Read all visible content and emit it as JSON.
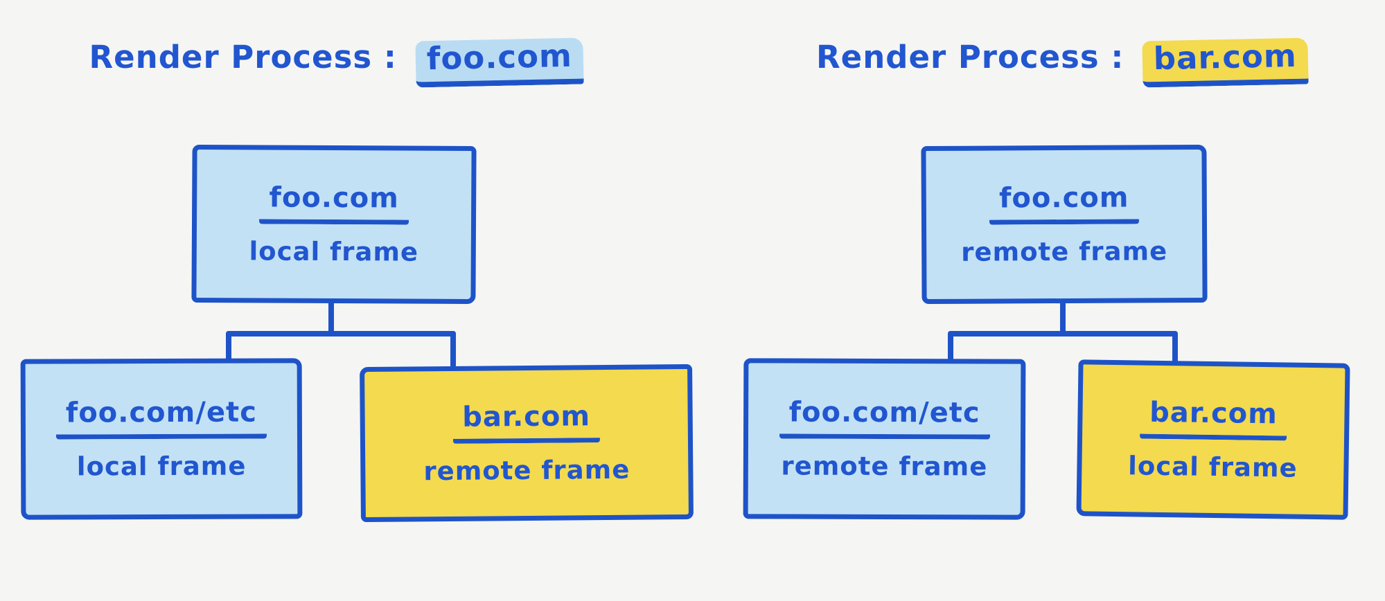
{
  "canvas": {
    "background": "#f5f5f3"
  },
  "colors": {
    "ink_blue": "#1e53c8",
    "text_blue": "#2156d0",
    "local_frame_fill": "#c2e1f4",
    "title_blue_highlight": "#b9dcf3",
    "remote_site_fill": "#f3da4f"
  },
  "trees": [
    {
      "title": {
        "prefix": "Render Process :",
        "domain": "foo.com",
        "highlight": "blue"
      },
      "root": {
        "origin": "foo.com",
        "frame": "local frame",
        "fill": "blue"
      },
      "children": [
        {
          "origin": "foo.com/etc",
          "frame": "local frame",
          "fill": "blue"
        },
        {
          "origin": "bar.com",
          "frame": "remote frame",
          "fill": "yellow"
        }
      ]
    },
    {
      "title": {
        "prefix": "Render Process :",
        "domain": "bar.com",
        "highlight": "yellow"
      },
      "root": {
        "origin": "foo.com",
        "frame": "remote frame",
        "fill": "blue"
      },
      "children": [
        {
          "origin": "foo.com/etc",
          "frame": "remote frame",
          "fill": "blue"
        },
        {
          "origin": "bar.com",
          "frame": "local frame",
          "fill": "yellow"
        }
      ]
    }
  ]
}
